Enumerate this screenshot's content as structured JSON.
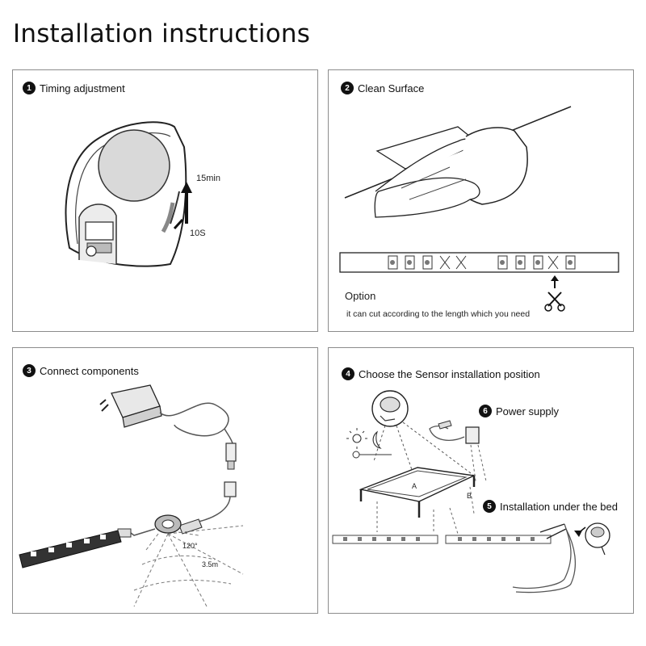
{
  "title": "Installation instructions",
  "panels": {
    "timing": {
      "number": "1",
      "title": "Timing adjustment",
      "label_top": "15min",
      "label_bottom": "10S"
    },
    "clean": {
      "number": "2",
      "title": "Clean Surface",
      "option_label": "Option",
      "option_note": "it can cut according to the length which you need"
    },
    "connect": {
      "number": "3",
      "title": "Connect components",
      "angle_label": "120°",
      "range_label": "3.5m"
    },
    "position": {
      "number": "4",
      "title": "Choose the Sensor installation position",
      "power": {
        "number": "6",
        "title": "Power supply"
      },
      "under_bed": {
        "number": "5",
        "title": "Installation under the bed"
      },
      "label_a": "A",
      "label_b": "B"
    }
  }
}
